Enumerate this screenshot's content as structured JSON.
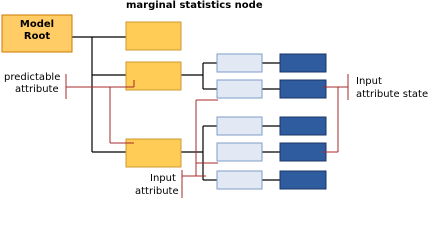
{
  "diagram": {
    "title": "marginal statistics node",
    "root_line1": "Model",
    "root_line2": "Root",
    "label_predictable_1": "predictable",
    "label_predictable_2": "attribute",
    "label_input_attr_1": "Input",
    "label_input_attr_2": "attribute",
    "label_input_state_1": "Input",
    "label_input_state_2": "attribute state",
    "colors": {
      "root_fill": "#FFCC66",
      "root_stroke": "#CC7700",
      "yellow_fill": "#FFCC55",
      "yellow_stroke": "#CC9933",
      "light_fill": "#E2E8F4",
      "light_stroke": "#7E9CC8",
      "dark_fill": "#2F5C9F",
      "dark_stroke": "#1A3566",
      "connector": "#000000",
      "annotation": "#A52A2A"
    }
  }
}
